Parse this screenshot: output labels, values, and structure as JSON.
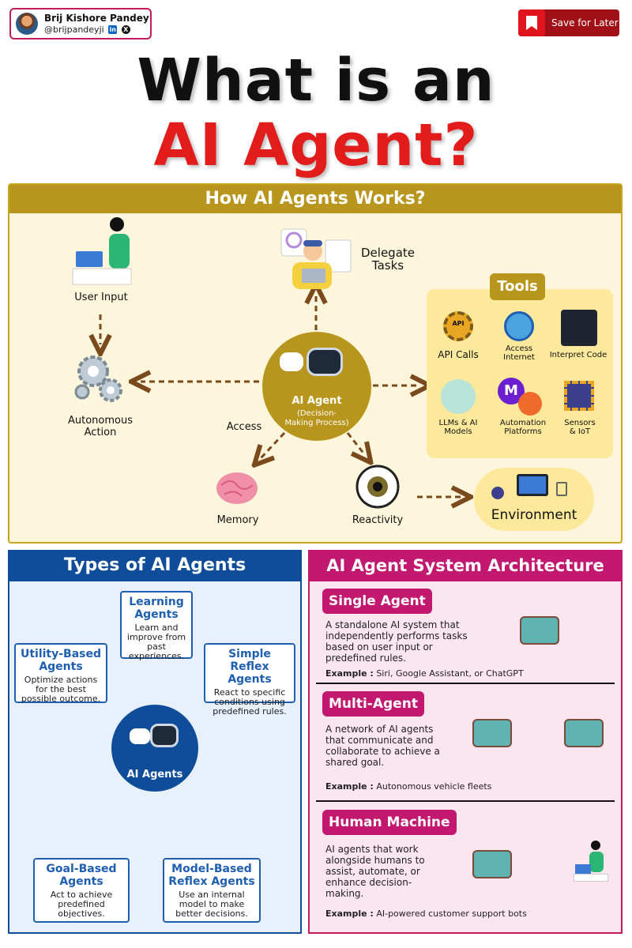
{
  "header": {
    "author_name": "Brij Kishore Pandey",
    "author_handle": "@brijpandeyji",
    "linkedin_glyph": "in",
    "x_glyph": "X",
    "save_label": "Save for Later"
  },
  "title": {
    "line1": "What is an",
    "line2": "AI Agent?"
  },
  "how_section": {
    "header": "How AI Agents Works?",
    "user_input": "User Input",
    "delegate_line1": "Delegate",
    "delegate_line2": "Tasks",
    "autonomous_line1": "Autonomous",
    "autonomous_line2": "Action",
    "access": "Access",
    "agent_title": "AI Agent",
    "agent_sub_line1": "(Decision-",
    "agent_sub_line2": "Making Process)",
    "memory": "Memory",
    "reactivity": "Reactivity",
    "environment": "Environment",
    "tools_label": "Tools",
    "tools": [
      {
        "line1": "API Calls",
        "line2": "",
        "icon_text": "API"
      },
      {
        "line1": "Access",
        "line2": "Internet"
      },
      {
        "line1": "Interpret Code",
        "line2": ""
      },
      {
        "line1": "LLMs & AI",
        "line2": "Models"
      },
      {
        "line1": "Automation",
        "line2": "Platforms",
        "icon_text": "M"
      },
      {
        "line1": "Sensors",
        "line2": "& IoT"
      }
    ]
  },
  "types_section": {
    "header": "Types of AI Agents",
    "center": "AI Agents",
    "learning": {
      "title_line1": "Learning",
      "title_line2": "Agents",
      "desc_line1": "Learn and",
      "desc_line2": "improve from",
      "desc_line3": "past",
      "desc_line4": "experiences."
    },
    "utility": {
      "title_line1": "Utility-Based",
      "title_line2": "Agents",
      "desc_line1": "Optimize actions",
      "desc_line2": "for the best",
      "desc_line3": "possible outcome."
    },
    "simple": {
      "title_line1": "Simple Reflex",
      "title_line2": "Agents",
      "desc_line1": "React to specific",
      "desc_line2": "conditions using",
      "desc_line3": "predefined rules."
    },
    "goal": {
      "title_line1": "Goal-Based",
      "title_line2": "Agents",
      "desc_line1": "Act to achieve",
      "desc_line2": "predefined",
      "desc_line3": "objectives."
    },
    "model": {
      "title_line1": "Model-Based",
      "title_line2": "Reflex Agents",
      "desc_line1": "Use an internal",
      "desc_line2": "model to make",
      "desc_line3": "better decisions."
    }
  },
  "arch_section": {
    "header": "AI Agent System Architecture",
    "example_prefix": "Example :",
    "single": {
      "tag": "Single Agent",
      "desc_line1": "A standalone AI system that",
      "desc_line2": "independently performs tasks",
      "desc_line3": "based on user input or",
      "desc_line4": "predefined rules.",
      "example": "Siri, Google Assistant, or ChatGPT"
    },
    "multi": {
      "tag": "Multi-Agent",
      "desc_line1": "A network of AI agents",
      "desc_line2": "that communicate and",
      "desc_line3": "collaborate to achieve a",
      "desc_line4": "shared goal.",
      "example": "Autonomous vehicle fleets"
    },
    "human": {
      "tag": "Human Machine",
      "desc_line1": "AI agents that work",
      "desc_line2": "alongside humans to",
      "desc_line3": "assist, automate, or",
      "desc_line4": "enhance decision-",
      "desc_line5": "making.",
      "example": "AI-powered customer support bots"
    }
  },
  "colors": {
    "gold": "#b8951c",
    "title_red": "#e21b1b",
    "types_blue": "#0f4d9a",
    "arch_pink": "#c2186f"
  }
}
